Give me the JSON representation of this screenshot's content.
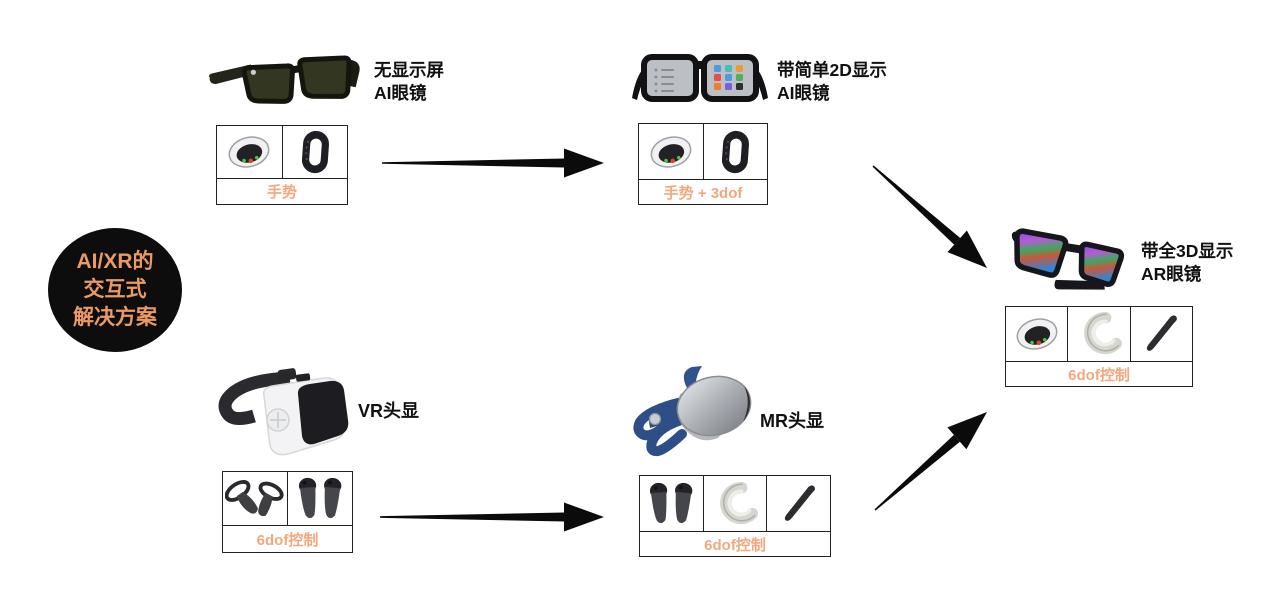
{
  "colors": {
    "hub_background": "#0d0d0d",
    "hub_text": "#EC9A64",
    "control_label_text": "#F2A87D",
    "title_text": "#111111",
    "arrow": "#0b0b0b",
    "table_border": "#222222"
  },
  "hub": {
    "line1": "AI/XR的",
    "line2": "交互式",
    "line3": "解决方案"
  },
  "nodes": {
    "ai_glasses": {
      "title_line1": "无显示屏",
      "title_line2": "AI眼镜",
      "control_label": "手势",
      "controllers": [
        "smart-ring",
        "wristband"
      ]
    },
    "ai_glasses_2d": {
      "title_line1": "带简单2D显示",
      "title_line2": "AI眼镜",
      "control_label": "手势 + 3dof",
      "controllers": [
        "smart-ring",
        "wristband"
      ]
    },
    "ar_glasses_3d": {
      "title_line1": "带全3D显示",
      "title_line2": "AR眼镜",
      "control_label": "6dof控制",
      "controllers": [
        "smart-ring",
        "finger-ring-controller",
        "stylus"
      ]
    },
    "vr_headset": {
      "title": "VR头显",
      "control_label": "6dof控制",
      "controllers": [
        "ring-touch-controllers",
        "wand-controllers"
      ]
    },
    "mr_headset": {
      "title": "MR头显",
      "control_label": "6dof控制",
      "controllers": [
        "wand-controllers",
        "finger-ring-controller",
        "stylus"
      ]
    }
  }
}
